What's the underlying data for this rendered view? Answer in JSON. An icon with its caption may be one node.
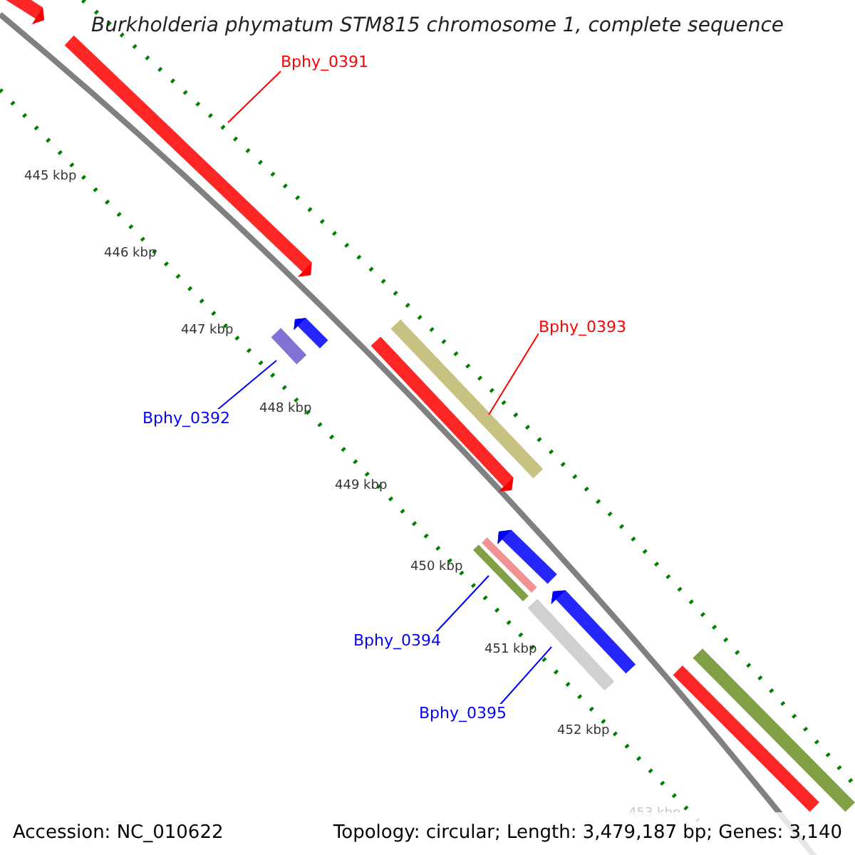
{
  "diagram": {
    "title": "Burkholderia phymatum STM815 chromosome 1, complete sequence",
    "nodes": [
      {
        "text": [],
        "shape": "bar"
      },
      {
        "text": [],
        "shape": "bar"
      },
      {
        "text": [],
        "shape": "bar"
      },
      {
        "text": [],
        "shape": "bar"
      },
      {
        "text": [],
        "shape": "bar"
      },
      {
        "text": [],
        "shape": "bar"
      },
      {
        "text": [],
        "shape": "bar"
      },
      {
        "text": [],
        "shape": "bar"
      },
      {
        "text": [],
        "shape": "bar"
      },
      {
        "text": [],
        "shape": "bar"
      },
      {
        "text": [],
        "shape": "bar"
      },
      {
        "text": [],
        "shape": "bar"
      },
      {
        "text": [],
        "shape": "bar"
      },
      {
        "text": [
          "Bphy_0391"
        ]
      },
      {
        "text": [
          "Bphy_0392"
        ]
      },
      {
        "text": [
          "Bphy_0393"
        ]
      },
      {
        "text": [
          "Bphy_0394"
        ]
      },
      {
        "text": [
          "Bphy_0395"
        ]
      }
    ],
    "edges": [
      {
        "from": 13,
        "to": 1,
        "arrow": "none",
        "color": "#ff0000"
      },
      {
        "from": 14,
        "to": 2,
        "arrow": "none",
        "color": "#0000ff"
      },
      {
        "from": 15,
        "to": 5,
        "arrow": "none",
        "color": "#ff0000"
      },
      {
        "from": 16,
        "to": 6,
        "arrow": "none",
        "color": "#0000ff"
      },
      {
        "from": 17,
        "to": 9,
        "arrow": "none",
        "color": "#0000ff"
      }
    ],
    "labels": [
      "445 kbp",
      "446 kbp",
      "447 kbp",
      "448 kbp",
      "449 kbp",
      "450 kbp",
      "451 kbp",
      "452 kbp",
      "453 kbp",
      "Accession: NC_010622",
      "Topology: circular; Length: 3,479,187 bp; Genes: 3,140"
    ]
  }
}
